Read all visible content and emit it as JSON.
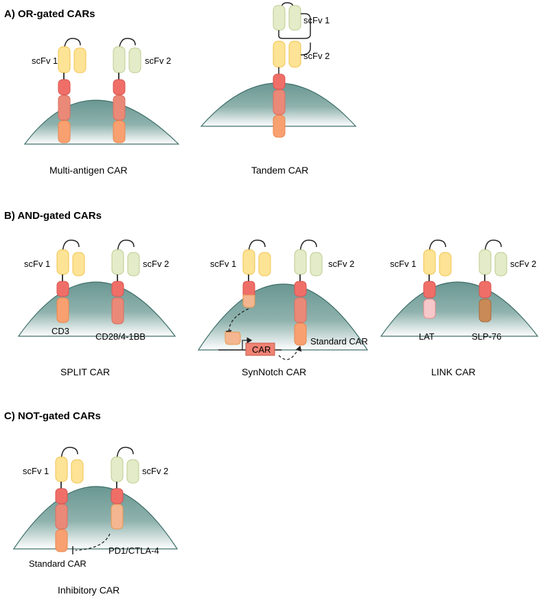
{
  "sections": {
    "or": {
      "title": "A)  OR-gated CARs",
      "multi": {
        "caption": "Multi-antigen CAR",
        "scfv1": "scFv 1",
        "scfv2": "scFv 2"
      },
      "tandem": {
        "caption": "Tandem CAR",
        "scfv1": "scFv 1",
        "scfv2": "scFv 2"
      }
    },
    "and": {
      "title": "B)  AND-gated CARs",
      "split": {
        "caption": "SPLIT CAR",
        "scfv1": "scFv 1",
        "scfv2": "scFv 2",
        "left_domain": "CD3",
        "right_domain": "CD28/4-1BB"
      },
      "synnotch": {
        "caption": "SynNotch CAR",
        "scfv1": "scFv 1",
        "scfv2": "scFv 2",
        "gene": "CAR",
        "standard": "Standard CAR"
      },
      "link": {
        "caption": "LINK CAR",
        "scfv1": "scFv 1",
        "scfv2": "scFv 2",
        "left_domain": "LAT",
        "right_domain": "SLP-76"
      }
    },
    "not": {
      "title": "C)  NOT-gated CARs",
      "inhibitory": {
        "caption": "Inhibitory CAR",
        "scfv1": "scFv 1",
        "scfv2": "scFv 2",
        "standard": "Standard CAR",
        "inhibitor": "PD1/CTLA-4"
      }
    }
  },
  "colors": {
    "membrane_top": "#5d8b86",
    "membrane_edge": "#3d6e68",
    "scfv1": "#fde395",
    "scfv1_stroke": "#f0c34e",
    "scfv2": "#e3ebc8",
    "scfv2_stroke": "#bccb8e",
    "tm": "#ef6f68",
    "cd28": "#ea8978",
    "cd3": "#f8a070",
    "inhib": "#f3b690",
    "lat": "#f6c8c9",
    "slp76": "#c98a57"
  }
}
